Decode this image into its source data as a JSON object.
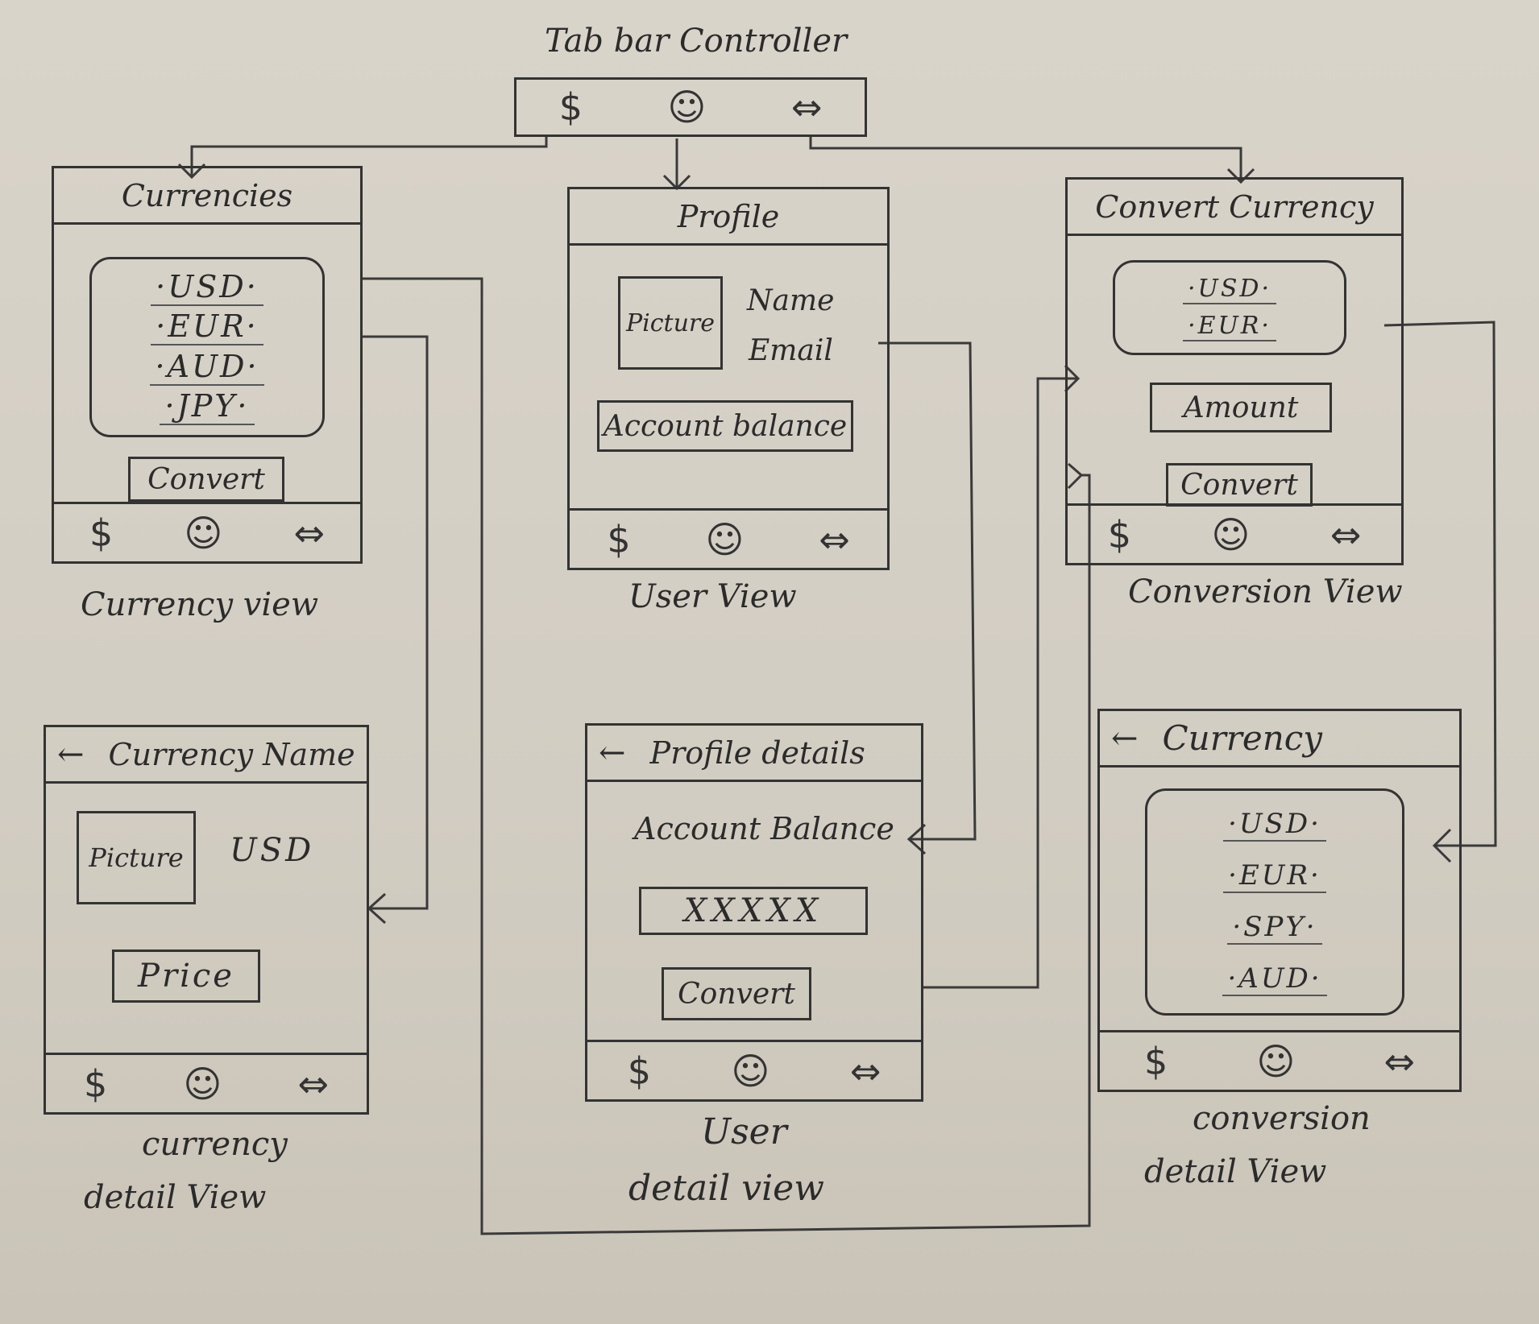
{
  "tab_bar_controller": {
    "label": "Tab bar Controller",
    "icons": [
      {
        "name": "dollar-icon",
        "glyph": "$"
      },
      {
        "name": "profile-icon",
        "glyph": "☺"
      },
      {
        "name": "swap-arrows-icon",
        "glyph": "⇔"
      }
    ]
  },
  "currency_view": {
    "title": "Currencies",
    "items": [
      "·USD·",
      "·EUR·",
      "·AUD·",
      "·JPY·"
    ],
    "button": "Convert",
    "caption": "Currency view"
  },
  "user_view": {
    "title": "Profile",
    "picture": "Picture",
    "name": "Name",
    "email": "Email",
    "balance": "Account balance",
    "caption": "User View"
  },
  "conversion_view": {
    "title": "Convert Currency",
    "items": [
      "·USD·",
      "·EUR·"
    ],
    "amount": "Amount",
    "button": "Convert",
    "caption": "Conversion View"
  },
  "currency_detail_view": {
    "back": "←",
    "title": "Currency Name",
    "picture": "Picture",
    "code": "USD",
    "price": "Price",
    "caption_line1": "currency",
    "caption_line2": "detail View"
  },
  "user_detail_view": {
    "back": "←",
    "title": "Profile details",
    "label": "Account Balance",
    "value": "XXXXX",
    "button": "Convert",
    "caption_line1": "User",
    "caption_line2": "detail view"
  },
  "conversion_detail_view": {
    "back": "←",
    "title": "Currency",
    "items": [
      "·USD·",
      "·EUR·",
      "·SPY·",
      "·AUD·"
    ],
    "caption_line1": "conversion",
    "caption_line2": "detail View"
  },
  "tab_icons": {
    "dollar": "$",
    "profile": "☺",
    "swap": "⇔"
  }
}
